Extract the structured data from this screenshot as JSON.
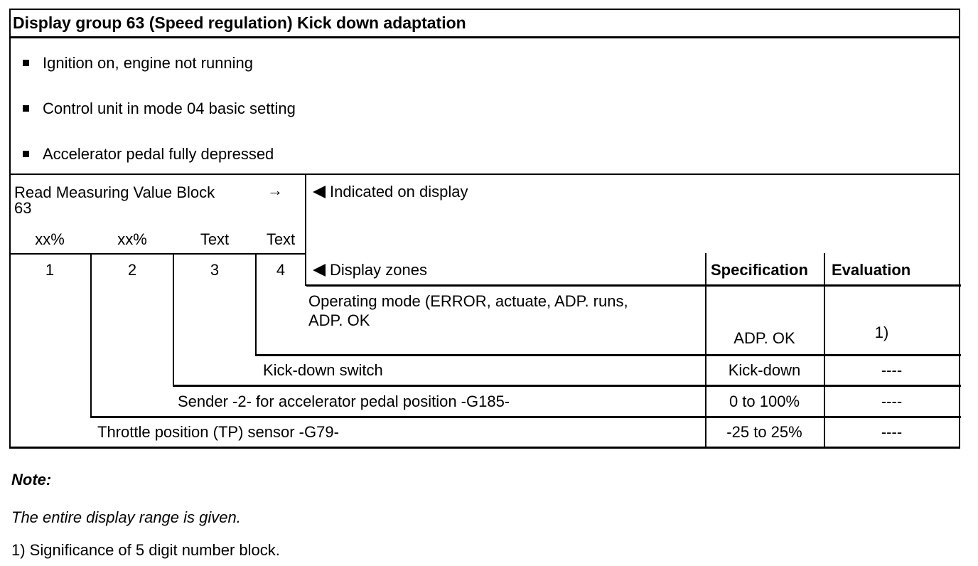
{
  "title": "Display group 63 (Speed regulation) Kick down adaptation",
  "conditions": [
    "Ignition on, engine not running",
    "Control unit in mode 04 basic setting",
    "Accelerator pedal fully depressed"
  ],
  "measuring_block": {
    "command_line1": "Read Measuring Value Block",
    "command_line2": "63",
    "arrow_symbol": "→",
    "indicated_label": "Indicated on display",
    "format_labels": [
      "xx%",
      "xx%",
      "Text",
      "Text"
    ],
    "zone_numbers": [
      "1",
      "2",
      "3",
      "4"
    ],
    "zones_label": "Display zones"
  },
  "table": {
    "spec_header": "Specification",
    "eval_header": "Evaluation",
    "rows": [
      {
        "description_line1": "Operating mode (ERROR, actuate, ADP. runs,",
        "description_line2": "ADP. OK",
        "specification": "ADP. OK",
        "evaluation": "1)"
      },
      {
        "description": "Kick-down switch",
        "specification": "Kick-down",
        "evaluation": "----"
      },
      {
        "description": "Sender -2- for accelerator pedal position -G185-",
        "specification": "0 to 100%",
        "evaluation": "----"
      },
      {
        "description": "Throttle position (TP) sensor -G79-",
        "specification": "-25 to 25%",
        "evaluation": "----"
      }
    ]
  },
  "notes": {
    "heading": "Note:",
    "body": "The entire display range is given.",
    "footnote": "1) Significance of 5 digit number block."
  }
}
